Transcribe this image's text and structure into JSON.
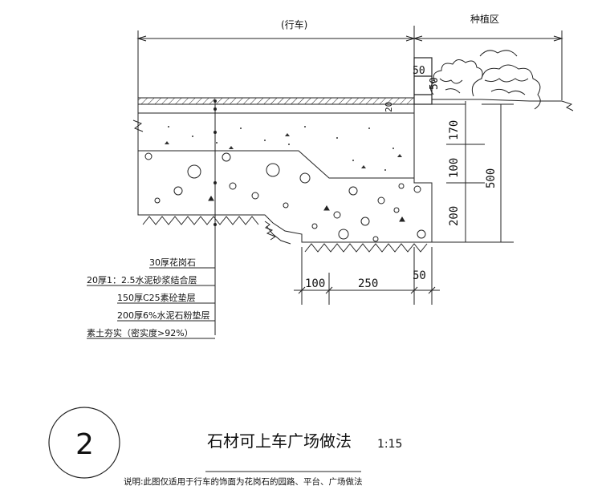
{
  "header": {
    "traffic_zone": "(行车)",
    "planting_zone": "种植区"
  },
  "dimensions": {
    "d50_top": "50",
    "d50_curb": "50",
    "d20": "20",
    "d170": "170",
    "d100_v": "100",
    "d500": "500",
    "d200": "200",
    "d100_h": "100",
    "d250": "250",
    "d50_h": "50"
  },
  "layers": [
    "30厚花岗石",
    "20厚1：2.5水泥砂浆结合层",
    "150厚C25素砼垫层",
    "200厚6%水泥石粉垫层",
    "素土夯实（密实度>92%）"
  ],
  "detail": {
    "number": "2",
    "title": "石材可上车广场做法",
    "scale": "1:15",
    "note": "说明:此图仅适用于行车的饰面为花岗石的园路、平台、广场做法"
  }
}
